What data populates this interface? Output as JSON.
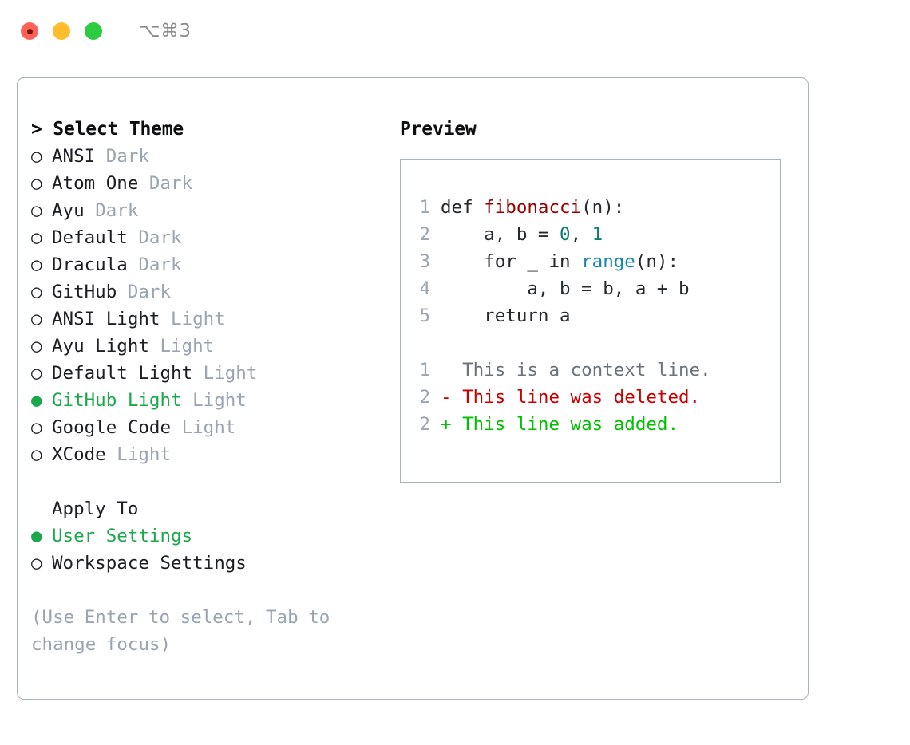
{
  "titlebar": {
    "shortcut": "⌥⌘3",
    "lights": [
      "close",
      "minimize",
      "zoom"
    ]
  },
  "theme_panel": {
    "header": "> Select Theme",
    "marker_off": "○",
    "marker_on": "●",
    "items": [
      {
        "marker": "○",
        "name": "ANSI",
        "variant": "Dark",
        "selected": false
      },
      {
        "marker": "○",
        "name": "Atom One",
        "variant": "Dark",
        "selected": false
      },
      {
        "marker": "○",
        "name": "Ayu",
        "variant": "Dark",
        "selected": false
      },
      {
        "marker": "○",
        "name": "Default",
        "variant": "Dark",
        "selected": false
      },
      {
        "marker": "○",
        "name": "Dracula",
        "variant": "Dark",
        "selected": false
      },
      {
        "marker": "○",
        "name": "GitHub",
        "variant": "Dark",
        "selected": false
      },
      {
        "marker": "○",
        "name": "ANSI Light",
        "variant": "Light",
        "selected": false
      },
      {
        "marker": "○",
        "name": "Ayu Light",
        "variant": "Light",
        "selected": false
      },
      {
        "marker": "○",
        "name": "Default Light",
        "variant": "Light",
        "selected": false
      },
      {
        "marker": "●",
        "name": "GitHub Light",
        "variant": "Light",
        "selected": true
      },
      {
        "marker": "○",
        "name": "Google Code",
        "variant": "Light",
        "selected": false
      },
      {
        "marker": "○",
        "name": "XCode",
        "variant": "Light",
        "selected": false
      }
    ]
  },
  "apply_to": {
    "label": "Apply To",
    "options": [
      {
        "marker": "●",
        "label": "User Settings",
        "selected": true
      },
      {
        "marker": "○",
        "label": "Workspace Settings",
        "selected": false
      }
    ]
  },
  "hint": "(Use Enter to select, Tab to change focus)",
  "preview": {
    "header": "Preview",
    "code_lines": [
      {
        "no": "1",
        "tokens": [
          {
            "t": "def ",
            "k": "plain"
          },
          {
            "t": "fibonacci",
            "k": "func"
          },
          {
            "t": "(n):",
            "k": "plain"
          }
        ]
      },
      {
        "no": "2",
        "tokens": [
          {
            "t": "    a, b = ",
            "k": "plain"
          },
          {
            "t": "0",
            "k": "num"
          },
          {
            "t": ", ",
            "k": "plain"
          },
          {
            "t": "1",
            "k": "num"
          }
        ]
      },
      {
        "no": "3",
        "tokens": [
          {
            "t": "    for _ in ",
            "k": "plain"
          },
          {
            "t": "range",
            "k": "builtin"
          },
          {
            "t": "(n):",
            "k": "plain"
          }
        ]
      },
      {
        "no": "4",
        "tokens": [
          {
            "t": "        a, b = b, a + b",
            "k": "plain"
          }
        ]
      },
      {
        "no": "5",
        "tokens": [
          {
            "t": "    return a",
            "k": "plain"
          }
        ]
      }
    ],
    "diff_lines": [
      {
        "no": "1",
        "sign": " ",
        "text": " This is a context line.",
        "kind": "ctx"
      },
      {
        "no": "2",
        "sign": "-",
        "text": " This line was deleted.",
        "kind": "del"
      },
      {
        "no": "2",
        "sign": "+",
        "text": " This line was added.",
        "kind": "add"
      }
    ]
  },
  "colors": {
    "accent_green": "#19a94a",
    "diff_add": "#00c000",
    "diff_del": "#cc0000",
    "muted": "#9aa5b1",
    "border": "#a9b3c1",
    "code_func": "#990000",
    "code_num": "#0d7d6b",
    "code_builtin": "#1287b3",
    "code_text": "#24292e"
  }
}
